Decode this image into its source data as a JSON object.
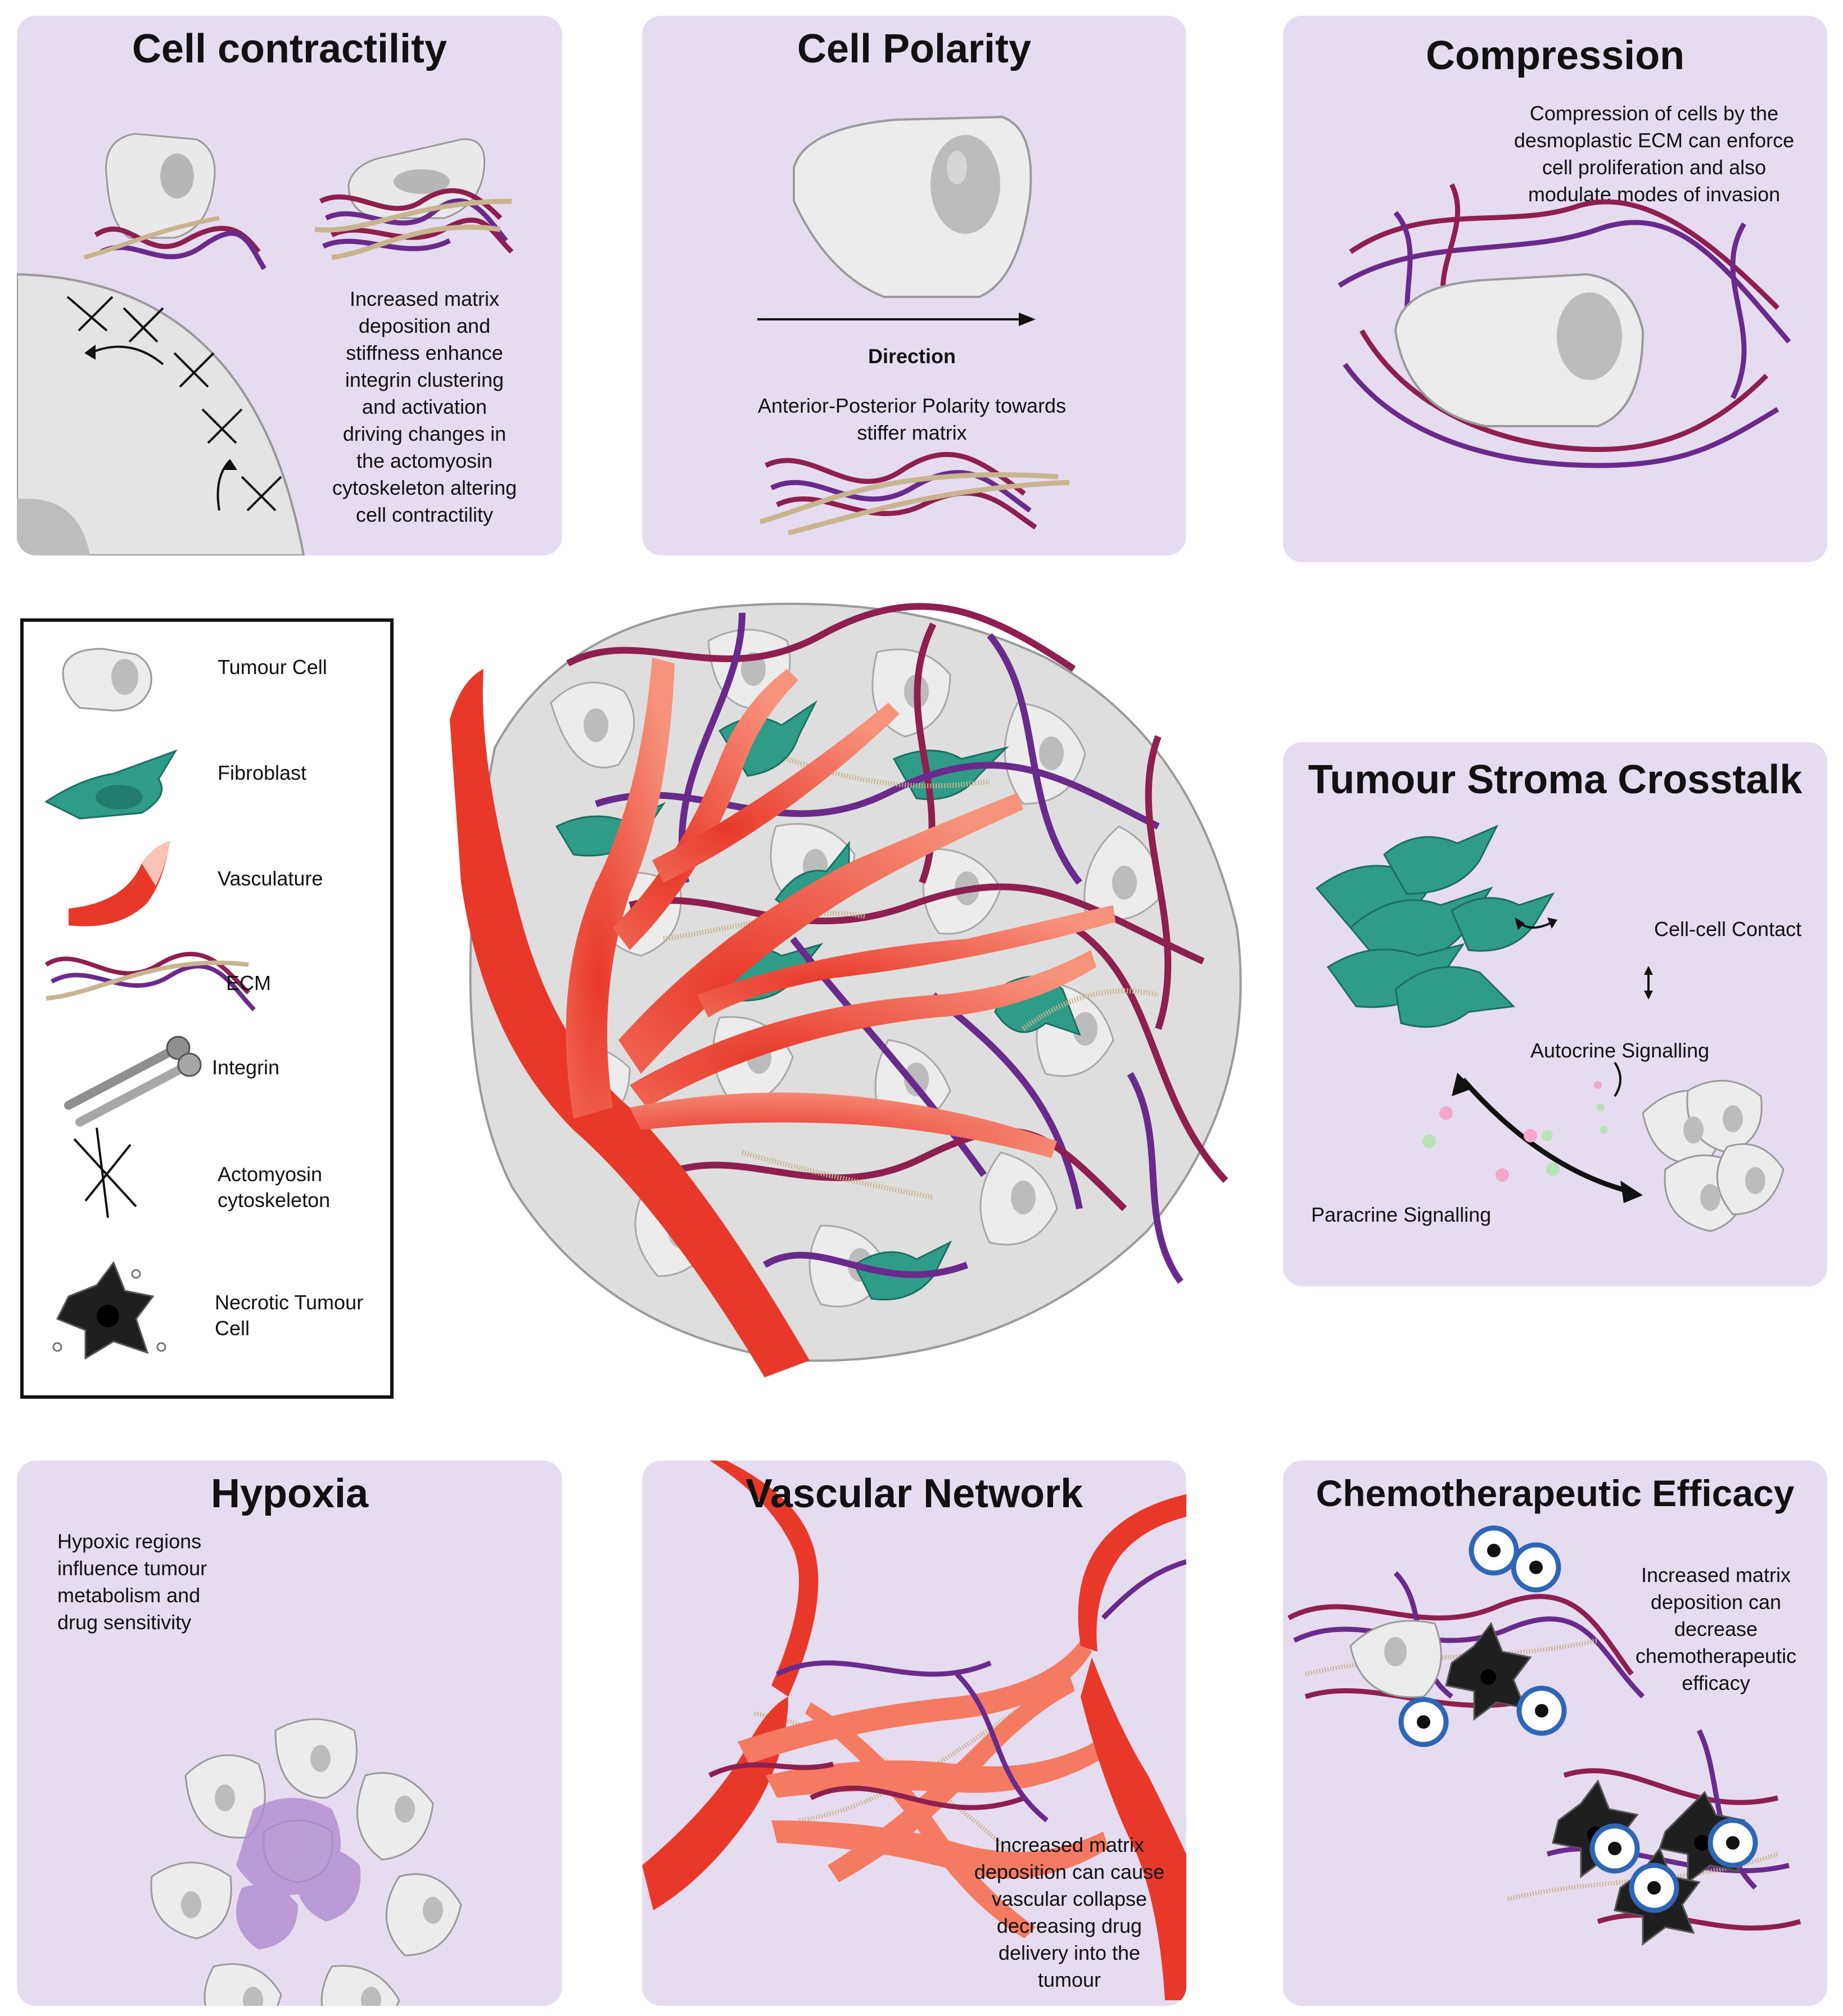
{
  "panels": {
    "cell_contractility": {
      "title": "Cell contractility",
      "text": "Increased matrix deposition and stiffness enhance integrin clustering and activation driving changes in the actomyosin cytoskeleton altering cell contractility"
    },
    "cell_polarity": {
      "title": "Cell Polarity",
      "direction_label": "Direction",
      "text": "Anterior-Posterior Polarity towards stiffer matrix"
    },
    "compression": {
      "title": "Compression",
      "text": "Compression of cells by the desmoplastic ECM can enforce cell proliferation and also modulate modes of invasion"
    },
    "tumour_stroma": {
      "title": "Tumour Stroma Crosstalk",
      "cell_contact": "Cell-cell Contact",
      "autocrine": "Autocrine Signalling",
      "paracrine": "Paracrine Signalling"
    },
    "hypoxia": {
      "title": "Hypoxia",
      "text": "Hypoxic regions influence tumour metabolism and drug sensitivity"
    },
    "vascular_network": {
      "title": "Vascular Network",
      "text": "Increased matrix deposition can cause vascular collapse decreasing drug delivery into the tumour"
    },
    "chemo": {
      "title": "Chemotherapeutic Efficacy",
      "text": "Increased matrix deposition can decrease chemotherapeutic efficacy"
    }
  },
  "legend": {
    "items": [
      {
        "label": "Tumour Cell",
        "icon": "tumour-cell-icon"
      },
      {
        "label": "Fibroblast",
        "icon": "fibroblast-icon"
      },
      {
        "label": "Vasculature",
        "icon": "vasculature-icon"
      },
      {
        "label": "ECM",
        "icon": "ecm-icon"
      },
      {
        "label": "Integrin",
        "icon": "integrin-icon"
      },
      {
        "label": "Actomyosin\ncytoskeleton",
        "icon": "actomyosin-icon"
      },
      {
        "label": "Necrotic Tumour\nCell",
        "icon": "necrotic-cell-icon"
      }
    ]
  },
  "colors": {
    "panel_bg": "#e6dcef",
    "ecm_purple": "#6a2a8c",
    "ecm_red": "#8e1f4e",
    "ecm_tan": "#c8b48e",
    "fibroblast": "#2f9c88",
    "vessel": "#e8382a",
    "vessel_light": "#f47a62",
    "cell_grey": "#dcdcdc",
    "necrotic": "#1f1f1f",
    "drug_ring": "#2e66b5"
  }
}
